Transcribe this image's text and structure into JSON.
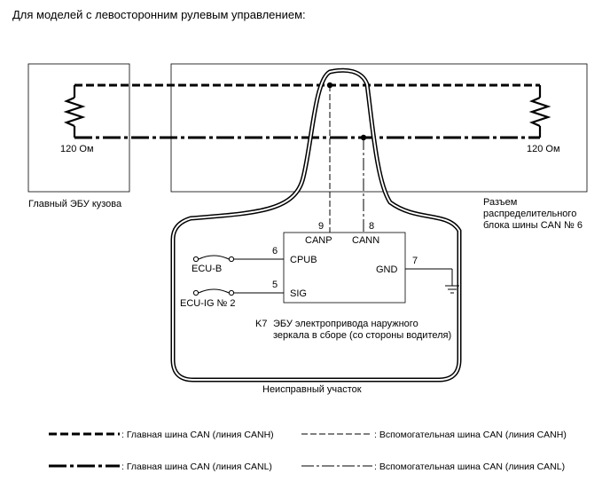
{
  "header": {
    "title": "Для моделей с левосторонним рулевым управлением:"
  },
  "left_unit": {
    "resistor": "120 Ом",
    "name": "Главный ЭБУ кузова"
  },
  "right_unit": {
    "resistor": "120 Ом",
    "name_lines": [
      "Разъем",
      "распределительного",
      "блока шины CAN № 6"
    ]
  },
  "ecu": {
    "pins": {
      "canp_num": "9",
      "cann_num": "8",
      "canp": "CANP",
      "cann": "CANN",
      "cpub_num": "6",
      "cpub": "CPUB",
      "sig_num": "5",
      "sig": "SIG",
      "gnd_num": "7",
      "gnd": "GND"
    },
    "supply": {
      "ecu_b": "ECU-B",
      "ecu_ig": "ECU-IG № 2"
    },
    "code": "K7",
    "name_lines": [
      "ЭБУ электропривода наружного",
      "зеркала в сборе (со стороны водителя)"
    ]
  },
  "faulty_area": "Неисправный участок",
  "legend": {
    "main_canh": ": Главная шина CAN (линия CANH)",
    "aux_canh": ": Вспомогательная шина CAN (линия CANH)",
    "main_canl": ": Главная шина CAN (линия CANL)",
    "aux_canl": ": Вспомогательная шина CAN (линия CANL)"
  }
}
